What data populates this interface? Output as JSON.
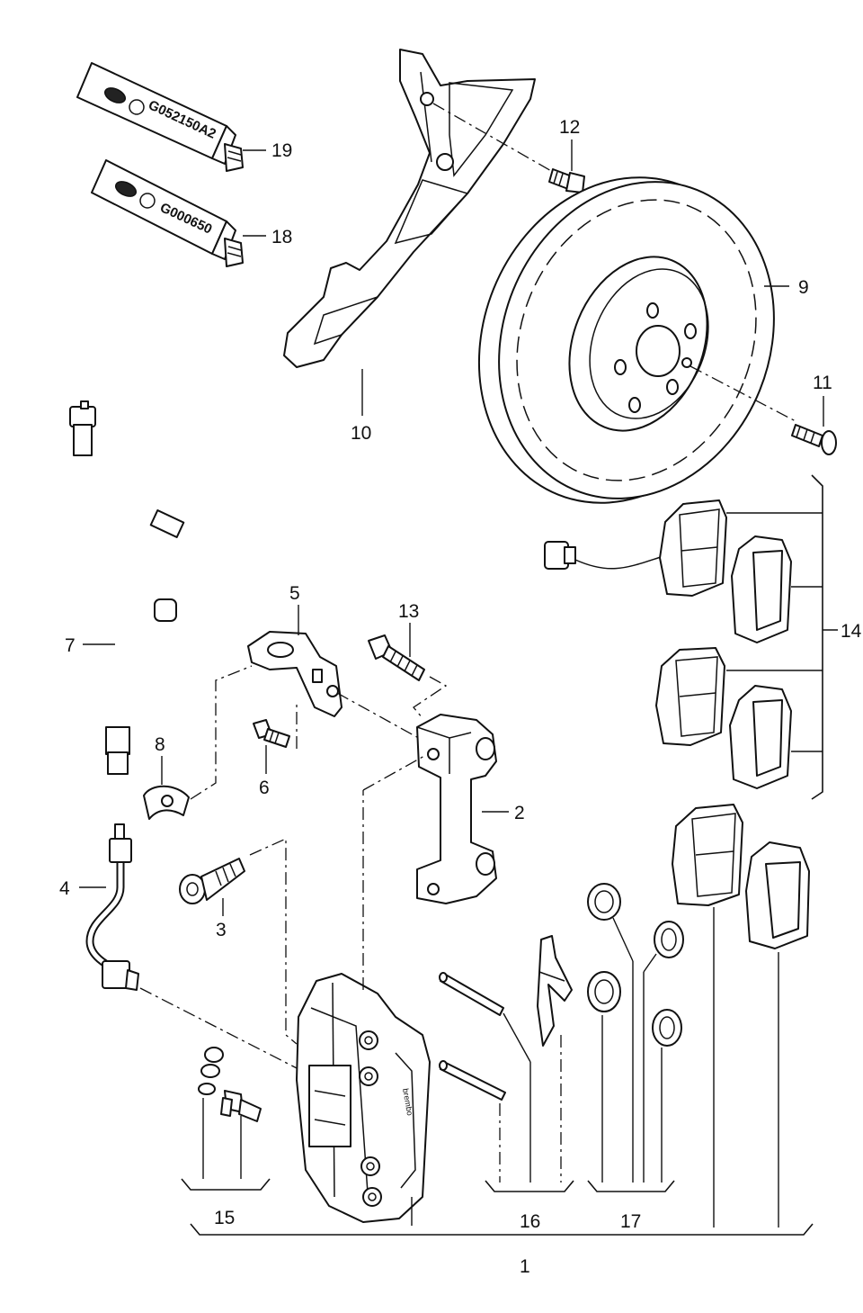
{
  "diagram": {
    "callouts": {
      "c1": "1",
      "c2": "2",
      "c3": "3",
      "c4": "4",
      "c5": "5",
      "c6": "6",
      "c7": "7",
      "c8": "8",
      "c9": "9",
      "c10": "10",
      "c11": "11",
      "c12": "12",
      "c13": "13",
      "c14": "14",
      "c15": "15",
      "c16": "16",
      "c17": "17",
      "c18": "18",
      "c19": "19"
    },
    "tubes": {
      "tube_19_code": "G052150A2",
      "tube_18_code": "G000650"
    },
    "caliper_logo": "brembo"
  }
}
